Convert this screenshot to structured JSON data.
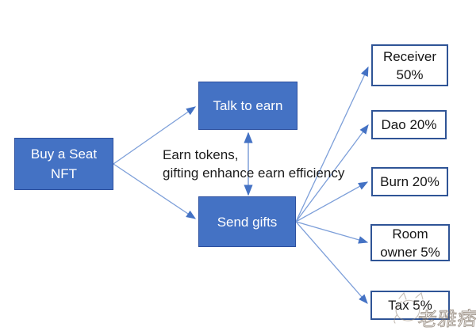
{
  "diagram": {
    "title_semantic": "NFT talk-to-earn token flow diagram",
    "colors": {
      "background": "#ffffff",
      "box_fill": "#4472C4",
      "box_border_dark": "#2C4F9E",
      "outlined_box_border": "#2F5496",
      "connector_line": "#7D9FD9",
      "arrowhead": "#4472C4",
      "text_on_fill": "#ffffff",
      "text_dark": "#1c1c1c"
    },
    "nodes": {
      "buy_nft": {
        "line1": "Buy a Seat",
        "line2": "NFT"
      },
      "talk_to_earn": {
        "label": "Talk to earn"
      },
      "send_gifts": {
        "label": "Send gifts"
      },
      "receiver": {
        "line1": "Receiver",
        "line2": "50%"
      },
      "dao": {
        "label": "Dao 20%"
      },
      "burn": {
        "label": "Burn 20%"
      },
      "room_owner": {
        "line1": "Room",
        "line2": "owner 5%"
      },
      "tax": {
        "label": "Tax 5%"
      }
    },
    "annotation": {
      "line1": "Earn tokens,",
      "line2": "gifting enhance earn efficiency"
    },
    "edges": [
      "Buy a Seat NFT -> Talk to earn",
      "Buy a Seat NFT -> Send gifts",
      "Talk to earn <-> Send gifts",
      "Send gifts -> Receiver 50%",
      "Send gifts -> Dao 20%",
      "Send gifts -> Burn 20%",
      "Send gifts -> Room owner 5%",
      "Send gifts -> Tax 5%"
    ],
    "watermark": {
      "text": "老雅痞"
    }
  }
}
